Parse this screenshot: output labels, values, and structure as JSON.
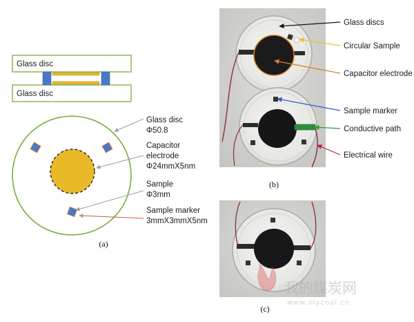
{
  "diagram_a": {
    "top_disc_label": "Glass disc",
    "bottom_disc_label": "Glass disc",
    "callouts": [
      {
        "lines": [
          "Glass disc",
          "Φ50.8"
        ]
      },
      {
        "lines": [
          "Capacitor",
          "electrode",
          "Φ24mmX5nm"
        ]
      },
      {
        "lines": [
          "Sample",
          "Φ3mm"
        ]
      },
      {
        "lines": [
          "Sample marker",
          "3mmX3mmX5nm"
        ]
      }
    ],
    "caption": "(a)"
  },
  "photo_b": {
    "callouts": [
      "Glass discs",
      "Circular Sample",
      "Capacitor electrode",
      "Sample marker",
      "Conductive path",
      "Electrical wire"
    ],
    "caption": "(b)"
  },
  "photo_c": {
    "caption": "(c)"
  },
  "watermark": {
    "name": "我的煤炭网",
    "url": "www.mycoal.cn"
  },
  "colors": {
    "disc_outline": "#7aab3c",
    "electrode": "#e8b928",
    "marker": "#4a78c8",
    "arrow_black": "#111111",
    "arrow_yellow": "#e6c23a",
    "arrow_orange": "#d9802a",
    "arrow_blue": "#3a58c8",
    "arrow_green": "#2e9a3e",
    "arrow_red": "#b8253a"
  }
}
